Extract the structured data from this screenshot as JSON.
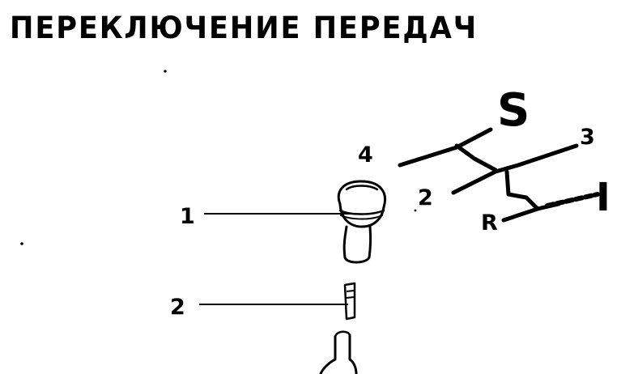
{
  "title": "ПЕРЕКЛЮЧЕНИЕ ПЕРЕДАЧ",
  "callouts": {
    "knob": "1",
    "pin": "2"
  },
  "shift_pattern": {
    "mode_label": "S",
    "gear_4": "4",
    "gear_3": "3",
    "gear_2": "2",
    "gear_1": "I",
    "gear_reverse": "R"
  },
  "colors": {
    "ink": "#000000",
    "paper": "#ffffff"
  }
}
